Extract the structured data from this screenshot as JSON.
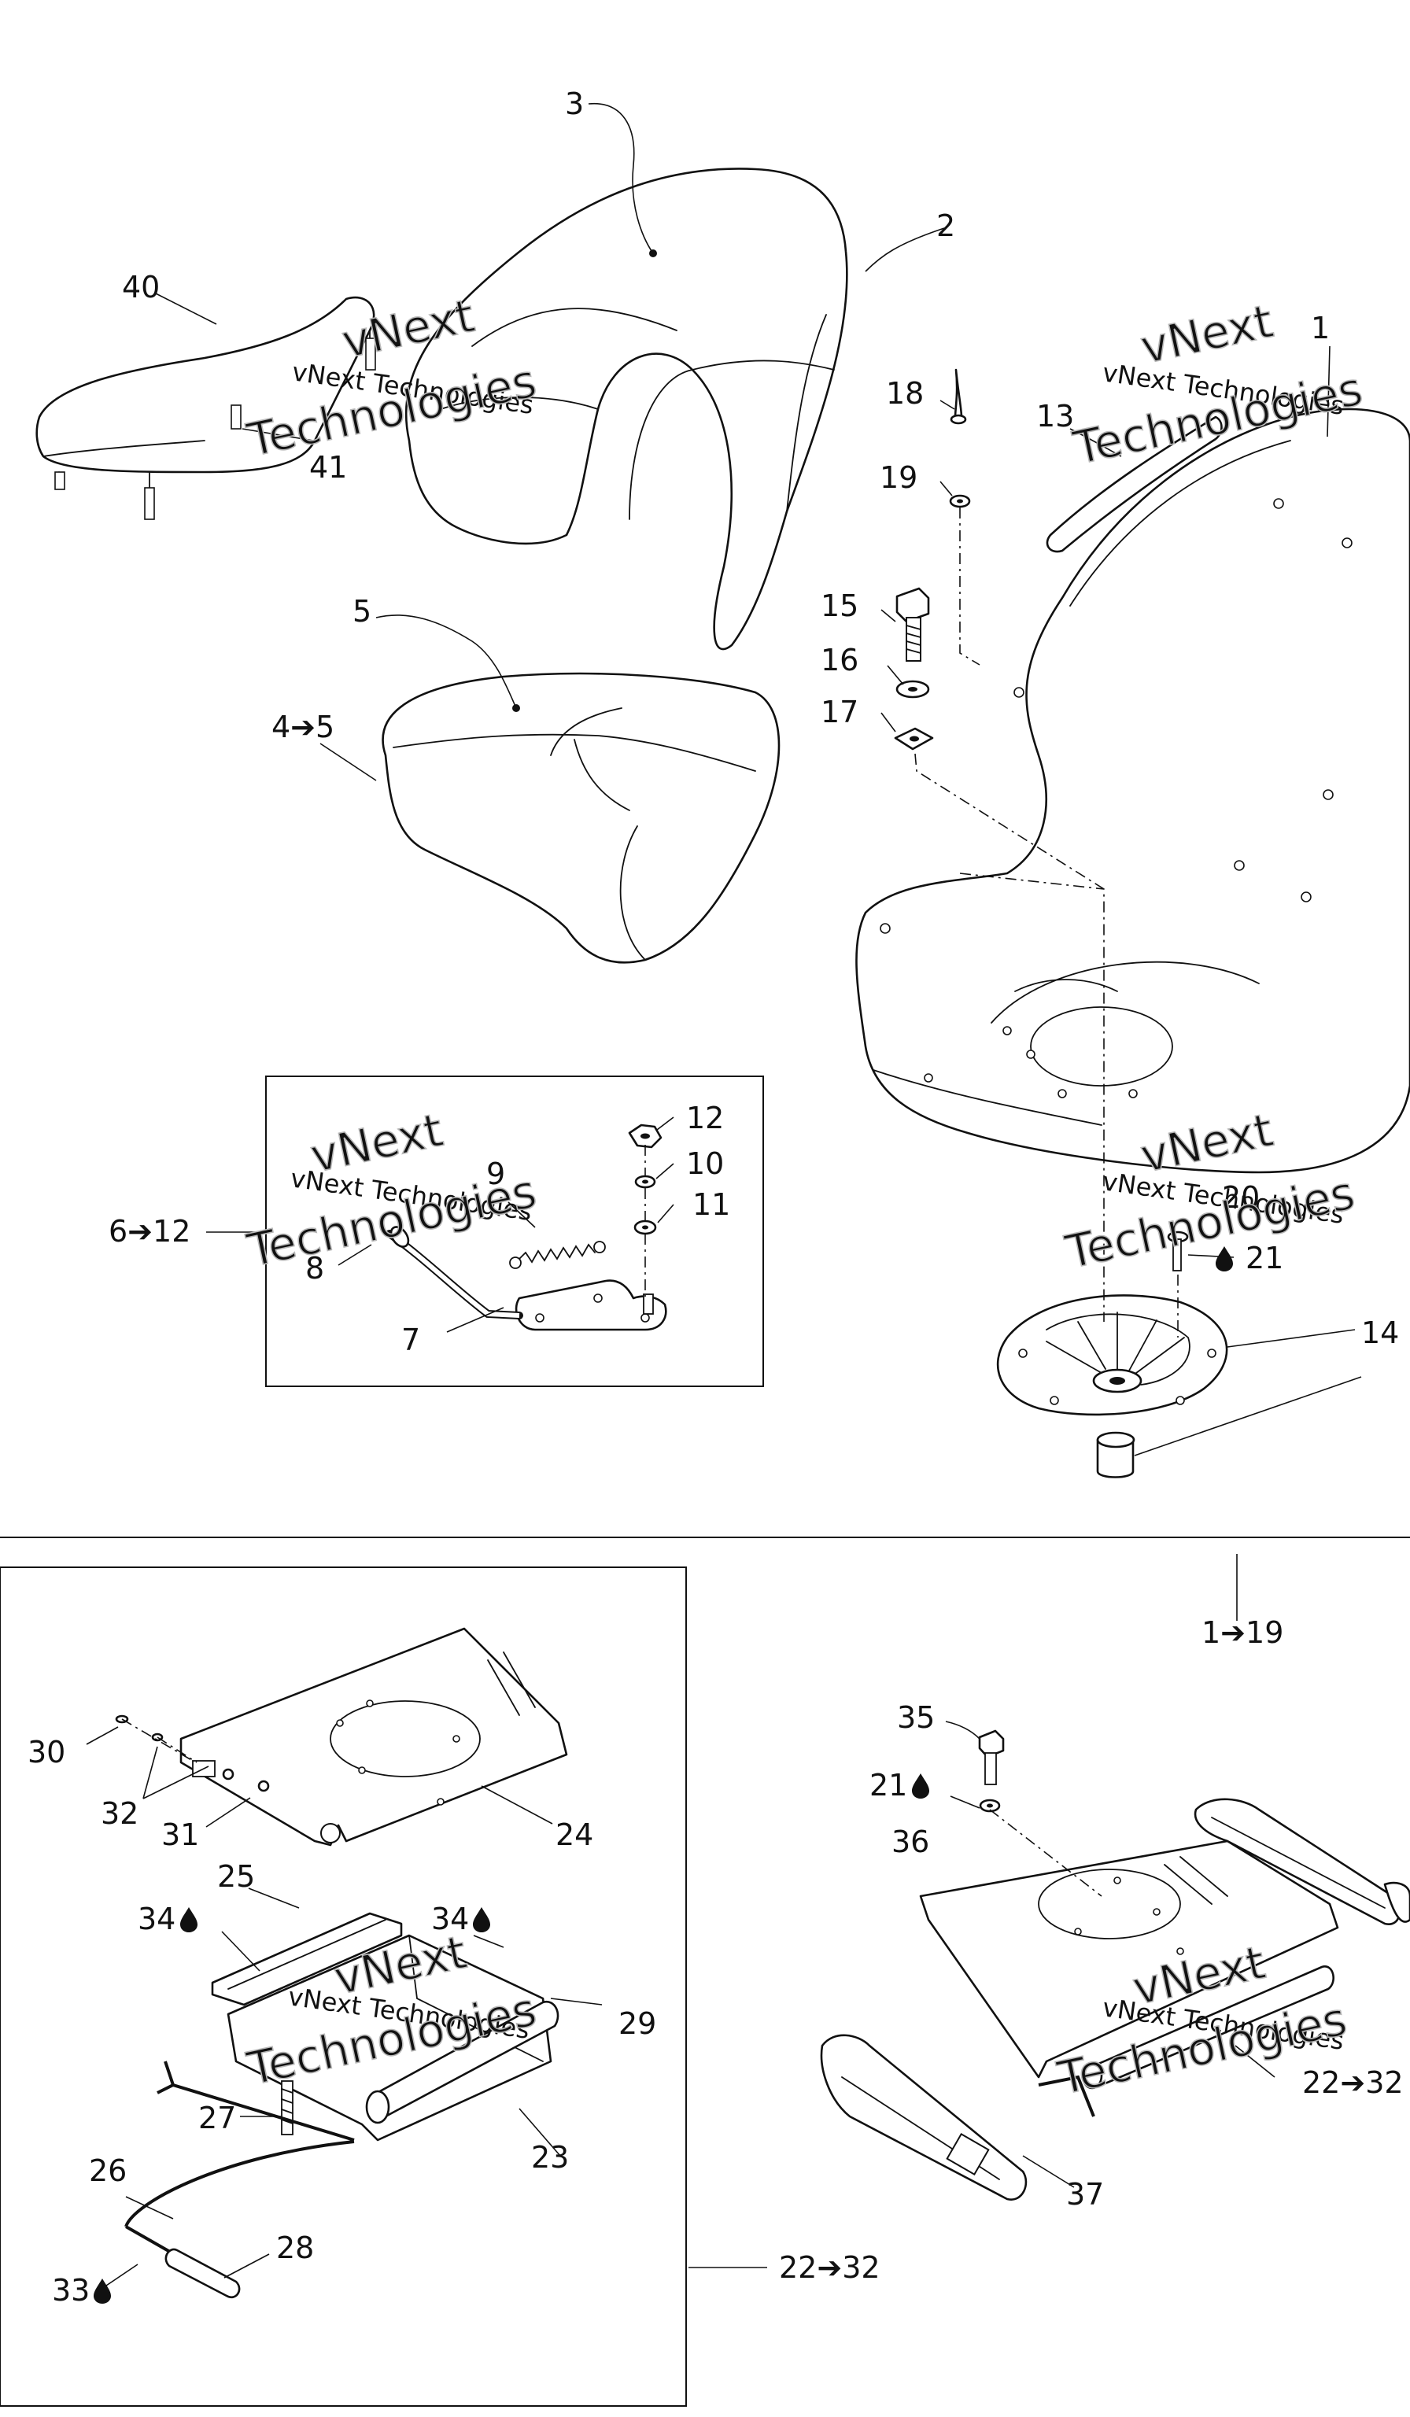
{
  "labels": {
    "l1": "1",
    "l2": "2",
    "l3": "3",
    "l4_5": "4➔5",
    "l5": "5",
    "l6_12": "6➔12",
    "l7": "7",
    "l8": "8",
    "l9": "9",
    "l10": "10",
    "l11": "11",
    "l12": "12",
    "l13": "13",
    "l14": "14",
    "l15": "15",
    "l16": "16",
    "l17": "17",
    "l18": "18",
    "l19": "19",
    "l20": "20",
    "l21": "21",
    "l21b": "21",
    "l1_19": "1➔19",
    "l22_32": "22➔32",
    "l22_32b": "22➔32",
    "l23": "23",
    "l24": "24",
    "l25": "25",
    "l26": "26",
    "l27": "27",
    "l28": "28",
    "l29": "29",
    "l30": "30",
    "l31": "31",
    "l32": "32",
    "l33": "33",
    "l34": "34",
    "l34b": "34",
    "l35": "35",
    "l36": "36",
    "l37": "37",
    "l40": "40",
    "l41": "41"
  },
  "watermark": {
    "line1": "vNext",
    "line2": "vNext Technologies",
    "line3": "Technologies"
  },
  "icons": {
    "drop": "liquid-drop-icon"
  }
}
